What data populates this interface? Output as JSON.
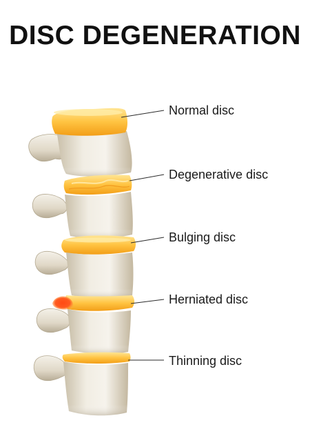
{
  "title": "DISC DEGENERATION",
  "labels": [
    {
      "id": "normal-disc",
      "text": "Normal disc"
    },
    {
      "id": "degenerative-disc",
      "text": "Degenerative disc"
    },
    {
      "id": "bulging-disc",
      "text": "Bulging disc"
    },
    {
      "id": "herniated-disc",
      "text": "Herniated disc"
    },
    {
      "id": "thinning-disc",
      "text": "Thinning disc"
    }
  ],
  "colors": {
    "bone_light": "#f3efe6",
    "bone_mid": "#e1d9c8",
    "bone_dark": "#b7ab94",
    "disc_light": "#ffe08a",
    "disc_dark": "#f4a91f",
    "herniation": "#ff3b12",
    "leader_line": "#2a2a2a"
  }
}
